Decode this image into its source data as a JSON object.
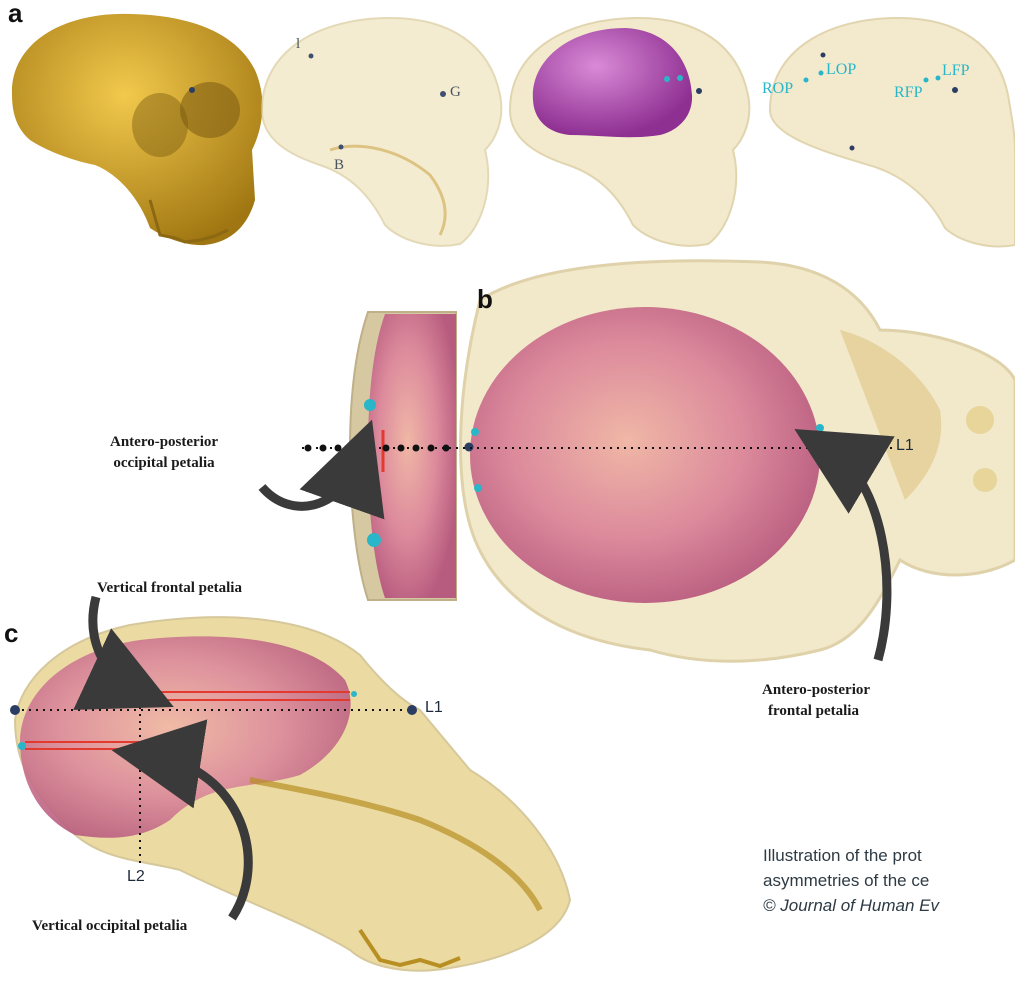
{
  "panels": {
    "a": "a",
    "b": "b",
    "c": "c"
  },
  "landmarks_a": {
    "l": "l",
    "g": "G",
    "b": "B"
  },
  "landmarks_cyan": {
    "rop": "ROP",
    "lop": "LOP",
    "rfp": "RFP",
    "lfp": "LFP"
  },
  "callouts": {
    "ap_occipital_1": "Antero-posterior",
    "ap_occipital_2": "occipital petalia",
    "ap_frontal_1": "Antero-posterior",
    "ap_frontal_2": "frontal petalia",
    "vertical_frontal": "Vertical frontal petalia",
    "vertical_occipital": "Vertical occipital petalia"
  },
  "lines": {
    "l1_b": "L1",
    "l1_c": "L1",
    "l2_c": "L2"
  },
  "caption": {
    "line1": "Illustration of the prot",
    "line2": "asymmetries of the ce",
    "line3": "© Journal of Human Ev"
  },
  "colors": {
    "bone": "#c9a227",
    "bone_translucent": "#e3cf8c",
    "endocast_purple": "#b04fb4",
    "endocast_pink": "#d98498",
    "landmark_cyan": "#29b6c8",
    "landmark_navy": "#2b3d63",
    "petalia_red": "#e23a2e"
  }
}
